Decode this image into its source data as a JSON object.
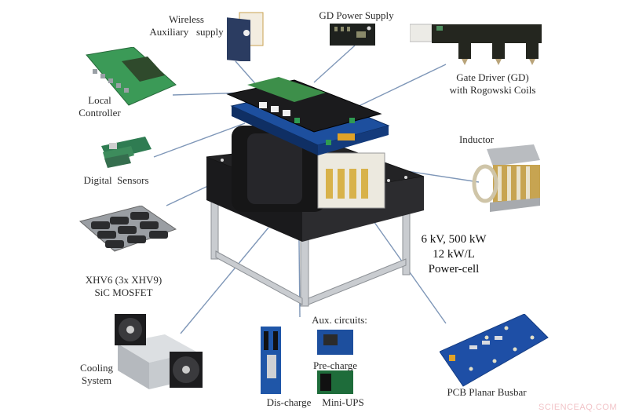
{
  "figure": {
    "title": "6 kV, 500 kW Power-cell",
    "specs": [
      "6 kV, 500 kW",
      "12 kW/L",
      "Power-cell"
    ],
    "colors": {
      "leader_line": "#7f97b8",
      "pcb_blue": "#1d4f9e",
      "pcb_green": "#3d8f4a",
      "frame_black": "#1e1e20",
      "aluminum": "#c9ccd0",
      "label_text": "#2b2b2b",
      "watermark": "#f2c4c8"
    }
  },
  "components": {
    "wireless_aux": {
      "line1": "Wireless",
      "line2": "Auxiliary   supply"
    },
    "gd_power_supply": {
      "label": "GD Power Supply"
    },
    "gate_driver": {
      "line1": "Gate Driver (GD)",
      "line2": "with Rogowski Coils"
    },
    "local_controller": {
      "line1": "Local",
      "line2": "Controller"
    },
    "digital_sensors": {
      "label": "Digital  Sensors"
    },
    "inductor": {
      "label": "Inductor"
    },
    "sic_mosfet": {
      "line1": "XHV6 (3x XHV9)",
      "line2": "SiC MOSFET"
    },
    "cooling": {
      "line1": "Cooling",
      "line2": "System"
    },
    "aux_circuits": {
      "title": "Aux. circuits:",
      "precharge": "Pre-charge",
      "discharge": "Dis-charge",
      "mini_ups": "Mini-UPS"
    },
    "busbar": {
      "label": "PCB Planar Busbar"
    }
  },
  "watermark": {
    "text": "SCIENCEAQ.COM"
  }
}
